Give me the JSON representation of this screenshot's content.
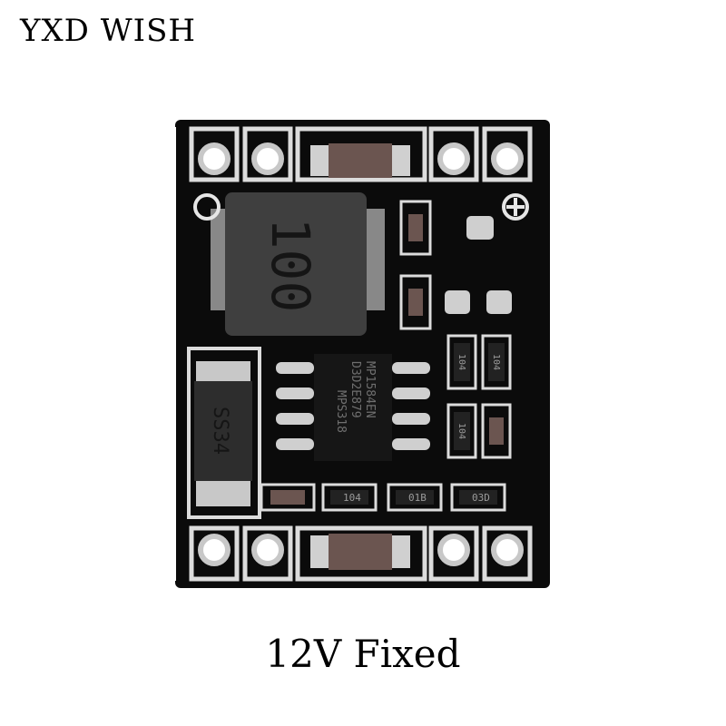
{
  "brand": "YXD WISH",
  "caption": "12V Fixed",
  "colors": {
    "pcb": "#0b0b0b",
    "silkscreen": "#e6e6e6",
    "pad": "#c8c8c8",
    "inductor": "#3f3f3f",
    "capacitor": "#6b5550"
  },
  "board_markings": {
    "inductor": "100",
    "chip_lines": [
      "MP1584EN",
      "MPS318",
      "D3D2E879"
    ],
    "diode": "SS34",
    "resistors": [
      "104",
      "104",
      "104",
      "01B",
      "03D",
      "104"
    ]
  }
}
